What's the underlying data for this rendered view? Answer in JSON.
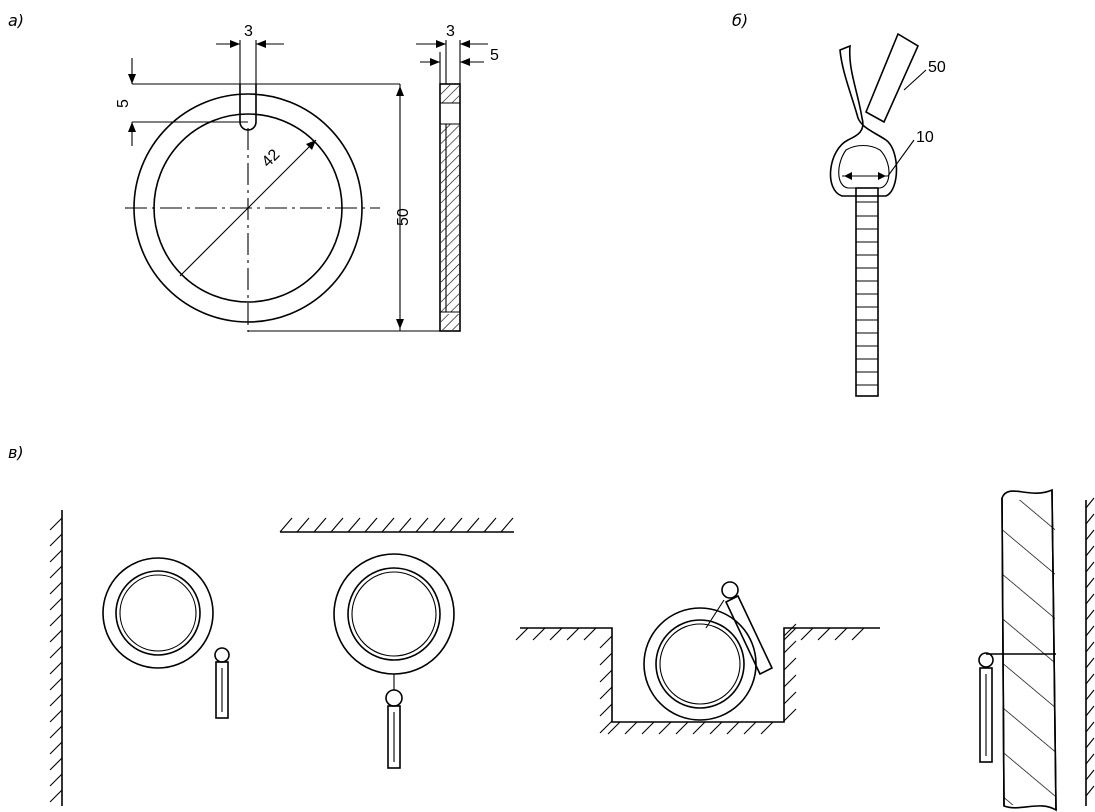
{
  "panels": {
    "a": {
      "label": "а)",
      "dims": {
        "slot_width": "3",
        "slot_offset": "5",
        "inner_diameter": "42",
        "outer_size": "50",
        "side_thickness": "3",
        "side_offset": "5"
      }
    },
    "b": {
      "label": "б)",
      "dims": {
        "strap_width": "50",
        "loop_width": "10"
      }
    },
    "c": {
      "label": "в)"
    }
  }
}
